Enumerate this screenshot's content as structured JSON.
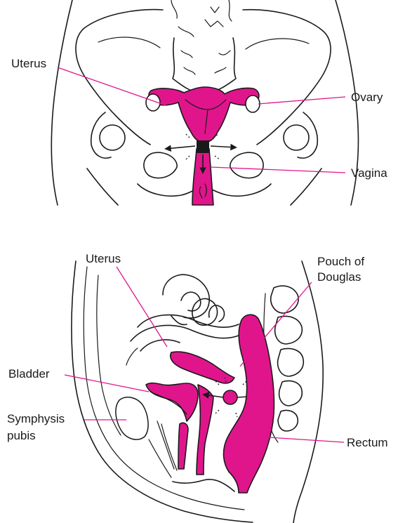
{
  "colors": {
    "organ": "#e0158c",
    "ink": "#1a1a1a",
    "leader": "#e0158c",
    "background": "#ffffff"
  },
  "front_view": {
    "labels": {
      "uterus": "Uterus",
      "ovary": "Ovary",
      "vagina": "Vagina"
    }
  },
  "side_view": {
    "labels": {
      "uterus": "Uterus",
      "pouch_line1": "Pouch of",
      "pouch_line2": "Douglas",
      "bladder": "Bladder",
      "symphysis_line1": "Symphysis",
      "symphysis_line2": "pubis",
      "rectum": "Rectum"
    }
  }
}
